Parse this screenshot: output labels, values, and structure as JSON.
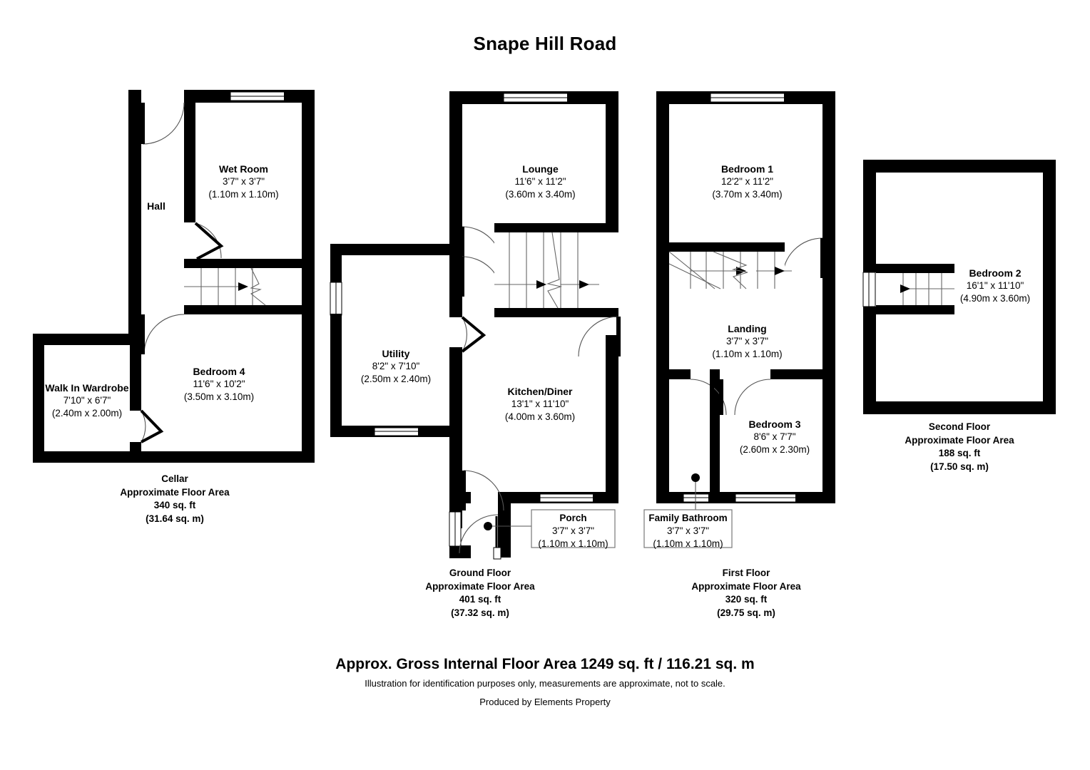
{
  "title": "Snape Hill Road",
  "floors": [
    {
      "id": "cellar",
      "caption": {
        "name": "Cellar",
        "area_line": "Approximate Floor Area",
        "sqft": "340 sq. ft",
        "sqm": "(31.64 sq. m)"
      },
      "rooms": [
        {
          "id": "wet-room",
          "name": "Wet Room",
          "dim_ft": "3'7\" x 3'7\"",
          "dim_m": "(1.10m x 1.10m)"
        },
        {
          "id": "hall",
          "name": "Hall",
          "dim_ft": "",
          "dim_m": ""
        },
        {
          "id": "bedroom-4",
          "name": "Bedroom 4",
          "dim_ft": "11'6\" x 10'2\"",
          "dim_m": "(3.50m x 3.10m)"
        },
        {
          "id": "walk-in-wardrobe",
          "name": "Walk In Wardrobe",
          "dim_ft": "7'10\" x 6'7\"",
          "dim_m": "(2.40m x 2.00m)"
        }
      ]
    },
    {
      "id": "ground-floor",
      "caption": {
        "name": "Ground Floor",
        "area_line": "Approximate Floor Area",
        "sqft": "401 sq. ft",
        "sqm": "(37.32 sq. m)"
      },
      "rooms": [
        {
          "id": "lounge",
          "name": "Lounge",
          "dim_ft": "11'6\" x 11'2\"",
          "dim_m": "(3.60m x 3.40m)"
        },
        {
          "id": "utility",
          "name": "Utility",
          "dim_ft": "8'2\" x 7'10\"",
          "dim_m": "(2.50m x 2.40m)"
        },
        {
          "id": "kitchen-diner",
          "name": "Kitchen/Diner",
          "dim_ft": "13'1\" x 11'10\"",
          "dim_m": "(4.00m x 3.60m)"
        },
        {
          "id": "porch",
          "name": "Porch",
          "dim_ft": "3'7\" x 3'7\"",
          "dim_m": "(1.10m x 1.10m)"
        }
      ]
    },
    {
      "id": "first-floor",
      "caption": {
        "name": "First Floor",
        "area_line": "Approximate Floor Area",
        "sqft": "320 sq. ft",
        "sqm": "(29.75 sq. m)"
      },
      "rooms": [
        {
          "id": "bedroom-1",
          "name": "Bedroom 1",
          "dim_ft": "12'2\" x 11'2\"",
          "dim_m": "(3.70m x 3.40m)"
        },
        {
          "id": "landing",
          "name": "Landing",
          "dim_ft": "3'7\" x 3'7\"",
          "dim_m": "(1.10m x 1.10m)"
        },
        {
          "id": "bedroom-3",
          "name": "Bedroom 3",
          "dim_ft": "8'6\" x 7'7\"",
          "dim_m": "(2.60m x 2.30m)"
        },
        {
          "id": "family-bathroom",
          "name": "Family Bathroom",
          "dim_ft": "3'7\" x 3'7\"",
          "dim_m": "(1.10m x 1.10m)"
        }
      ]
    },
    {
      "id": "second-floor",
      "caption": {
        "name": "Second Floor",
        "area_line": "Approximate Floor Area",
        "sqft": "188 sq. ft",
        "sqm": "(17.50 sq. m)"
      },
      "rooms": [
        {
          "id": "bedroom-2",
          "name": "Bedroom 2",
          "dim_ft": "16'1\" x 11'10\"",
          "dim_m": "(4.90m x 3.60m)"
        }
      ]
    }
  ],
  "footer": {
    "total": "Approx. Gross Internal Floor Area 1249 sq. ft / 116.21 sq. m",
    "note": "Illustration for identification purposes only, measurements are approximate, not to scale.",
    "producer": "Produced by Elements Property"
  },
  "colors": {
    "wall": "#000000",
    "background": "#ffffff",
    "door_arc": "#555555",
    "stair_line": "#666666"
  }
}
